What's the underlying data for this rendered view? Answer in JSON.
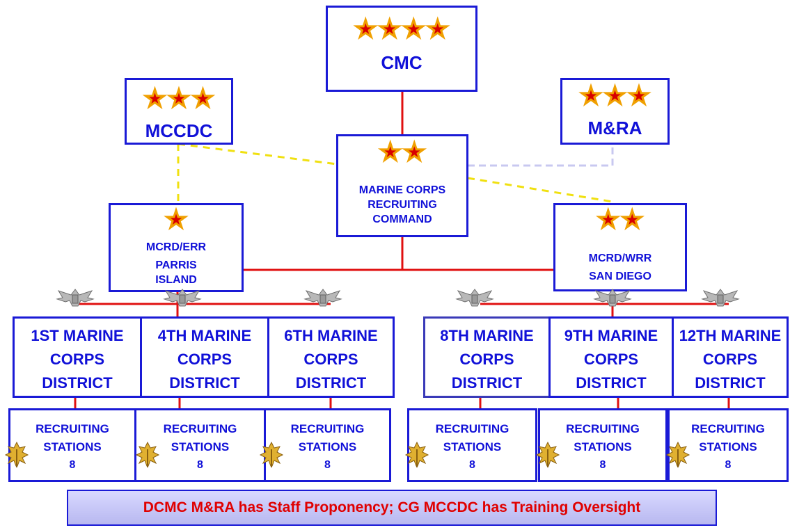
{
  "top": {
    "cmc": "CMC"
  },
  "side": {
    "mccdc": "MCCDC",
    "mra": "M&RA"
  },
  "mcrc": {
    "line1": "MARINE CORPS",
    "line2": "RECRUITING",
    "line3": "COMMAND"
  },
  "regions": {
    "err": {
      "line1": "MCRD/ERR",
      "line2": "PARRIS",
      "line3": "ISLAND"
    },
    "wrr": {
      "line1": "MCRD/WRR",
      "line2": "SAN DIEGO"
    }
  },
  "districts": [
    {
      "line1": "1ST MARINE",
      "line2": "CORPS",
      "line3": "DISTRICT"
    },
    {
      "line1": "4TH MARINE",
      "line2": "CORPS",
      "line3": "DISTRICT"
    },
    {
      "line1": "6TH MARINE",
      "line2": "CORPS",
      "line3": "DISTRICT"
    },
    {
      "line1": "8TH MARINE",
      "line2": "CORPS",
      "line3": "DISTRICT"
    },
    {
      "line1": "9TH MARINE",
      "line2": "CORPS",
      "line3": "DISTRICT"
    },
    {
      "line1": "12TH MARINE",
      "line2": "CORPS",
      "line3": "DISTRICT"
    }
  ],
  "stations": [
    {
      "line1": "RECRUITING",
      "line2": "STATIONS",
      "count": "8"
    },
    {
      "line1": "RECRUITING",
      "line2": "STATIONS",
      "count": "8"
    },
    {
      "line1": "RECRUITING",
      "line2": "STATIONS",
      "count": "8"
    },
    {
      "line1": "RECRUITING",
      "line2": "STATIONS",
      "count": "8"
    },
    {
      "line1": "RECRUITING",
      "line2": "STATIONS",
      "count": "8"
    },
    {
      "line1": "RECRUITING",
      "line2": "STATIONS",
      "count": "8"
    }
  ],
  "rank_icons": {
    "general_star": "star-icon",
    "colonel": "eagle-insignia-icon",
    "major": "oak-leaf-insignia-icon"
  },
  "colors": {
    "box_border": "#1a1ad6",
    "text": "#1010d8",
    "command_line": "#e01010",
    "coordination_line": "#f0e010",
    "staff_line": "#c8c8f0",
    "banner_text": "#e00000"
  },
  "banner": "DCMC M&RA has Staff Proponency; CG MCCDC has Training Oversight"
}
